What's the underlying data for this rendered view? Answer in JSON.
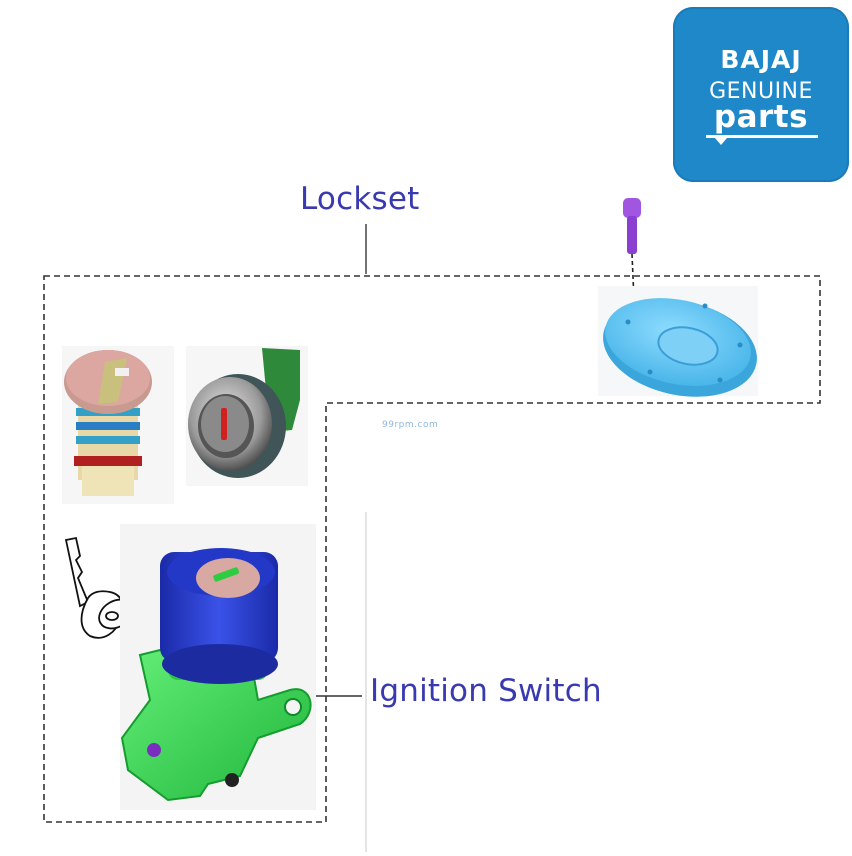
{
  "diagram": {
    "labels": {
      "lockset": "Lockset",
      "ignition_switch": "Ignition Switch"
    },
    "watermark": "99rpm.com",
    "brand_badge": {
      "line1": "BAJAJ",
      "line2": "GENUINE",
      "line3": "parts"
    }
  },
  "colors": {
    "callout_text": "#3a3ab0",
    "badge_bg": "#1e88c9",
    "fuel_cap": "#5bc0ee",
    "ignition_body": "#2ee04a",
    "ignition_cylinder": "#2b3fd0",
    "key_face": "#d9a8a0",
    "bolt": "#9a4ad6"
  }
}
